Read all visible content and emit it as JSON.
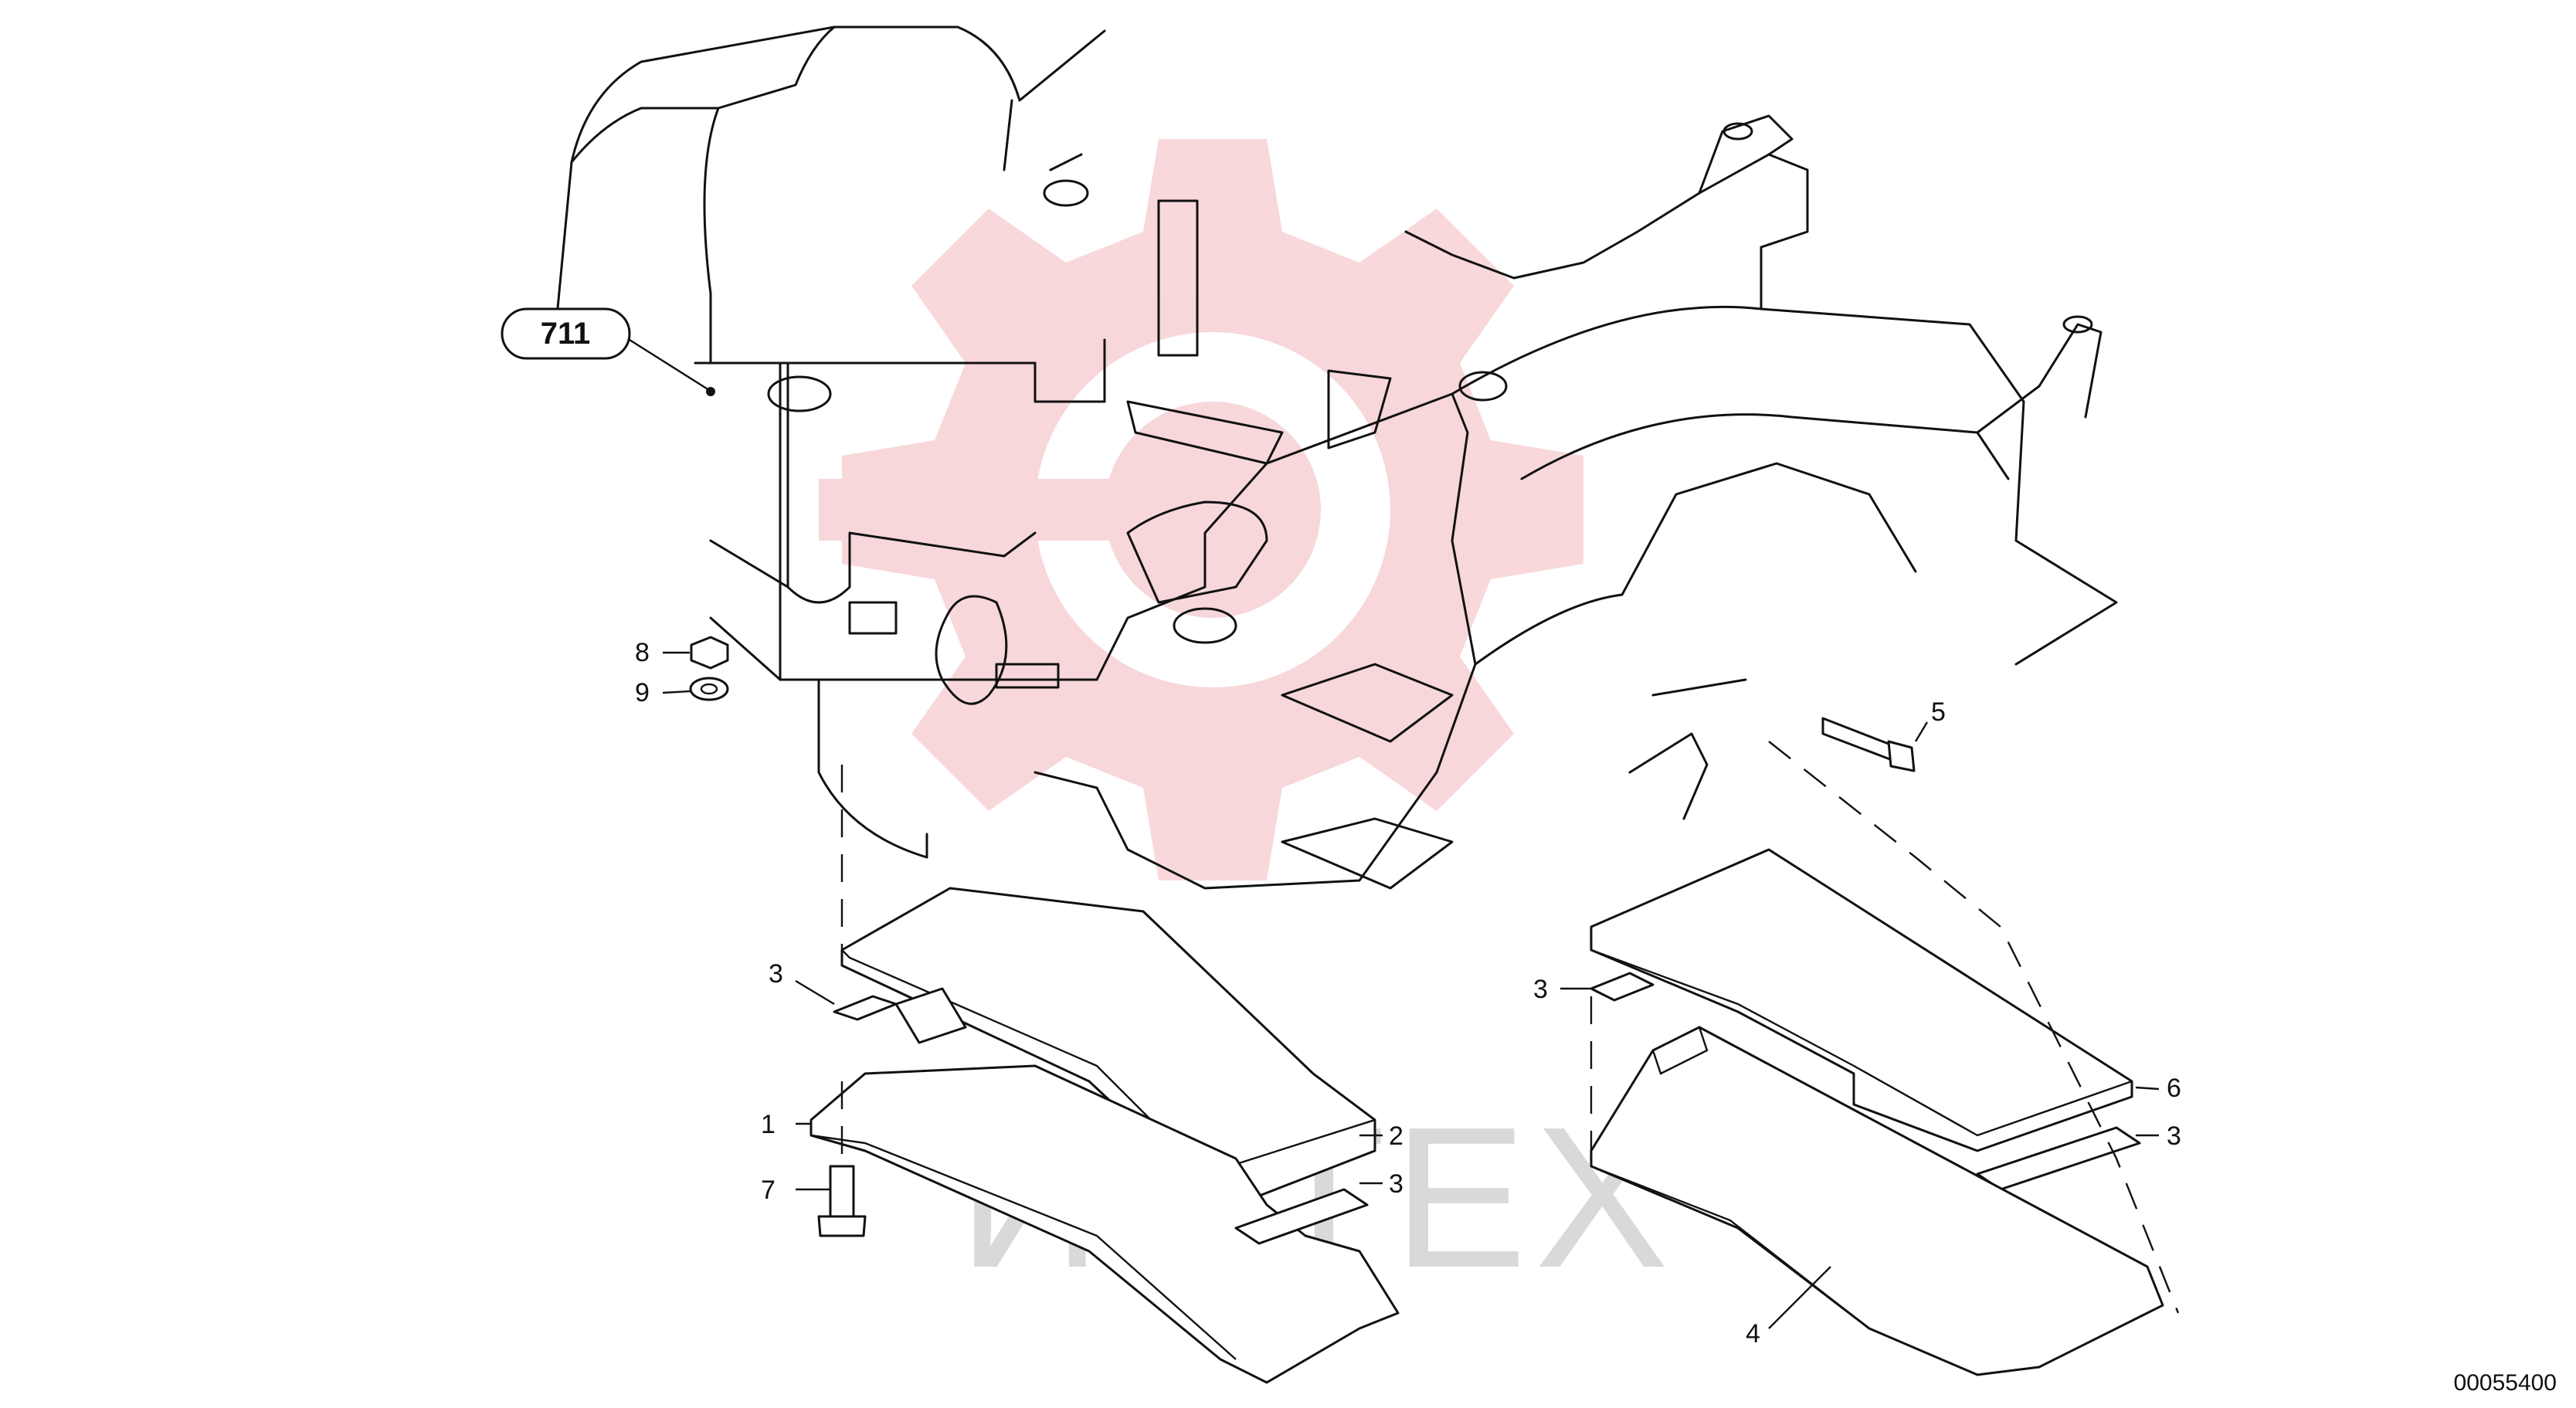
{
  "drawing": {
    "reference_label": "711",
    "document_number": "00055400",
    "watermark_text": "ИНТЕХ",
    "watermark_color": "#f2b8bd",
    "line_color": "#111111"
  },
  "callouts": [
    {
      "id": "c1",
      "label": "1"
    },
    {
      "id": "c2",
      "label": "2"
    },
    {
      "id": "c3a",
      "label": "3"
    },
    {
      "id": "c3b",
      "label": "3"
    },
    {
      "id": "c3c",
      "label": "3"
    },
    {
      "id": "c3d",
      "label": "3"
    },
    {
      "id": "c4",
      "label": "4"
    },
    {
      "id": "c5",
      "label": "5"
    },
    {
      "id": "c6",
      "label": "6"
    },
    {
      "id": "c7",
      "label": "7"
    },
    {
      "id": "c8",
      "label": "8"
    },
    {
      "id": "c9",
      "label": "9"
    }
  ]
}
